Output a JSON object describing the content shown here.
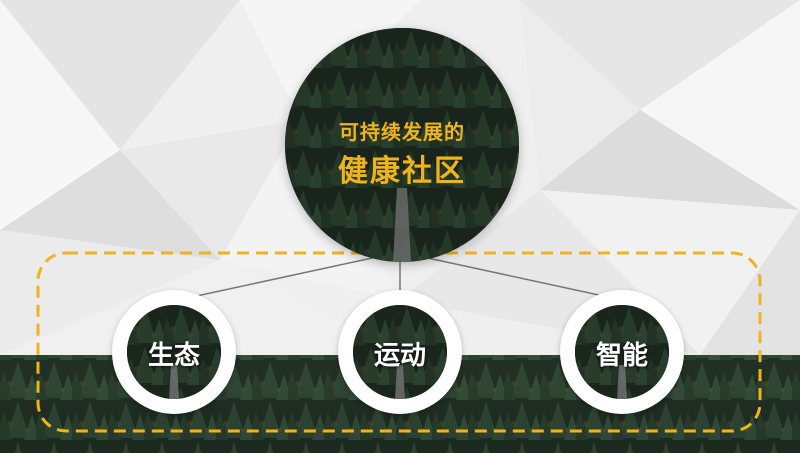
{
  "colors": {
    "accent_yellow": "#f0b320",
    "forest_dark": "#1d2a1f",
    "forest_mid": "#2f4a33",
    "trunk": "#8a8a8a",
    "panel_white": "#ffffff",
    "background": "#f2f2f2"
  },
  "root": {
    "subtitle": "可持续发展的",
    "title": "健康社区"
  },
  "children": [
    {
      "label": "生态"
    },
    {
      "label": "运动"
    },
    {
      "label": "智能"
    }
  ]
}
